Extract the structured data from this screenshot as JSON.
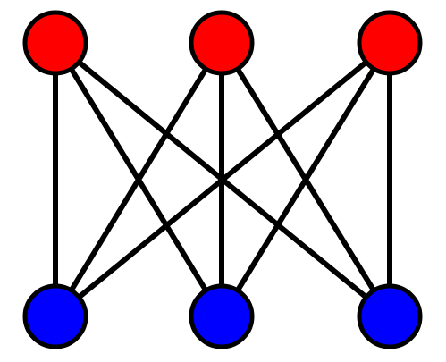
{
  "graph": {
    "type": "complete-bipartite",
    "name": "",
    "colors": {
      "top_nodes": "#ff0000",
      "bottom_nodes": "#0000ff",
      "edges": "#000000",
      "node_outline": "#000000",
      "background": "#ffffff"
    },
    "top_nodes": [
      {
        "id": "top-1"
      },
      {
        "id": "top-2"
      },
      {
        "id": "top-3"
      }
    ],
    "bottom_nodes": [
      {
        "id": "bottom-1"
      },
      {
        "id": "bottom-2"
      },
      {
        "id": "bottom-3"
      }
    ],
    "edges": [
      [
        "top-1",
        "bottom-1"
      ],
      [
        "top-1",
        "bottom-2"
      ],
      [
        "top-1",
        "bottom-3"
      ],
      [
        "top-2",
        "bottom-1"
      ],
      [
        "top-2",
        "bottom-2"
      ],
      [
        "top-2",
        "bottom-3"
      ],
      [
        "top-3",
        "bottom-1"
      ],
      [
        "top-3",
        "bottom-2"
      ],
      [
        "top-3",
        "bottom-3"
      ]
    ]
  }
}
